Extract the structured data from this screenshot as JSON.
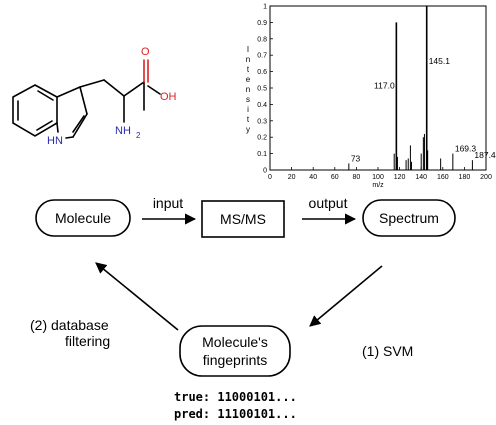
{
  "molecule": {
    "atom_labels": [
      "O",
      "OH",
      "HN",
      "NH",
      "2"
    ],
    "colors": {
      "oxygen": "#dd2222",
      "nitrogen": "#2a2ab0",
      "bond": "#000000"
    }
  },
  "spectrum_chart": {
    "y_axis_label_letters": [
      "I",
      "n",
      "t",
      "e",
      "n",
      "s",
      "i",
      "t",
      "y"
    ],
    "x_axis_label": "m/z"
  },
  "chart_data": {
    "type": "bar",
    "xlabel": "m/z",
    "ylabel": "Intensity",
    "xlim": [
      0,
      200
    ],
    "ylim": [
      0,
      1
    ],
    "x_ticks": [
      "0",
      "20",
      "40",
      "60",
      "80",
      "100",
      "120",
      "140",
      "160",
      "180",
      "200"
    ],
    "y_ticks": [
      "0",
      "0.1",
      "0.2",
      "0.3",
      "0.4",
      "0.5",
      "0.6",
      "0.7",
      "0.8",
      "0.9",
      "1"
    ],
    "peaks": [
      {
        "mz": 73,
        "intensity": 0.04,
        "label": "73"
      },
      {
        "mz": 115,
        "intensity": 0.1,
        "label": ""
      },
      {
        "mz": 117,
        "intensity": 0.9,
        "label": "117.0"
      },
      {
        "mz": 118,
        "intensity": 0.08,
        "label": ""
      },
      {
        "mz": 126,
        "intensity": 0.06,
        "label": ""
      },
      {
        "mz": 128,
        "intensity": 0.07,
        "label": ""
      },
      {
        "mz": 130,
        "intensity": 0.15,
        "label": ""
      },
      {
        "mz": 131,
        "intensity": 0.05,
        "label": ""
      },
      {
        "mz": 140,
        "intensity": 0.1,
        "label": ""
      },
      {
        "mz": 142,
        "intensity": 0.2,
        "label": ""
      },
      {
        "mz": 143,
        "intensity": 0.22,
        "label": ""
      },
      {
        "mz": 145.1,
        "intensity": 1.0,
        "label": "145.1"
      },
      {
        "mz": 146,
        "intensity": 0.12,
        "label": ""
      },
      {
        "mz": 158,
        "intensity": 0.07,
        "label": ""
      },
      {
        "mz": 169.3,
        "intensity": 0.1,
        "label": "169.3"
      },
      {
        "mz": 187.4,
        "intensity": 0.06,
        "label": "187.4"
      }
    ]
  },
  "flow": {
    "molecule_label": "Molecule",
    "msms_label": "MS/MS",
    "spectrum_label": "Spectrum",
    "fingerprints_label_line1": "Molecule's",
    "fingerprints_label_line2": "fingeprints",
    "input_label": "input",
    "output_label": "output",
    "svm_label": "(1) SVM",
    "db_label_line1": "(2)  database",
    "db_label_line2": "filtering"
  },
  "fingerprint": {
    "true_line": "true: 11000101...",
    "pred_line": "pred: 11100101..."
  }
}
